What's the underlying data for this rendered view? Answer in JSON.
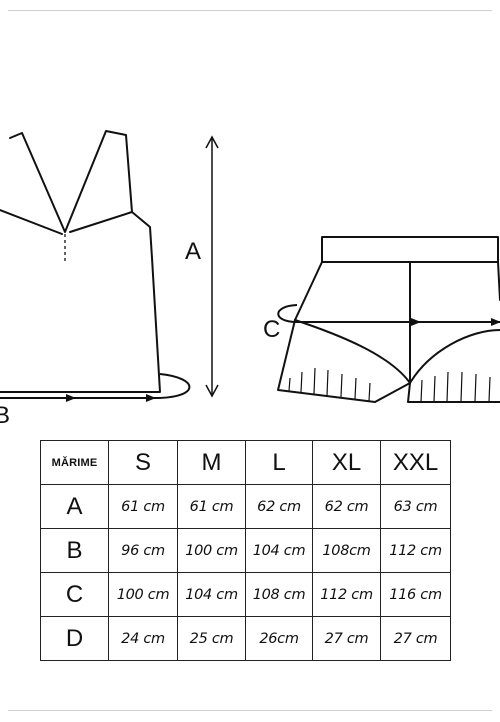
{
  "diagram": {
    "labels": {
      "a": "A",
      "b": "B",
      "c": "C"
    }
  },
  "table": {
    "corner_header": "MĂRIME",
    "sizes": [
      "S",
      "M",
      "L",
      "XL",
      "XXL"
    ],
    "rows": [
      {
        "label": "A",
        "values": [
          "61 cm",
          "61 cm",
          "62 cm",
          "62 cm",
          "63 cm"
        ]
      },
      {
        "label": "B",
        "values": [
          "96 cm",
          "100 cm",
          "104 cm",
          "108cm",
          "112 cm"
        ]
      },
      {
        "label": "C",
        "values": [
          "100 cm",
          "104 cm",
          "108 cm",
          "112 cm",
          "116 cm"
        ]
      },
      {
        "label": "D",
        "values": [
          "24 cm",
          "25 cm",
          "26cm",
          "27 cm",
          "27 cm"
        ]
      }
    ]
  }
}
